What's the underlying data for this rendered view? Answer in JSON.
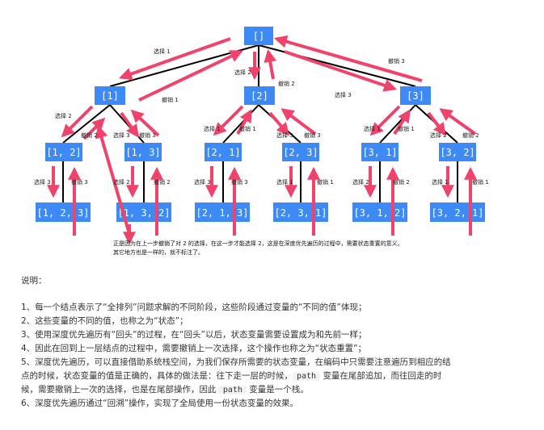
{
  "nodes": {
    "root": "[]",
    "n1": "[1]",
    "n2": "[2]",
    "n3": "[3]",
    "n12": "[1, 2]",
    "n13": "[1, 3]",
    "n21": "[2, 1]",
    "n23": "[2, 3]",
    "n31": "[3, 1]",
    "n32": "[3, 2]",
    "n123": "[1, 2, 3]",
    "n132": "[1, 3, 2]",
    "n213": "[2, 1, 3]",
    "n231": "[2, 3, 1]",
    "n312": "[3, 1, 2]",
    "n321": "[3, 2, 1]"
  },
  "labels": {
    "choose_1": "选择 1",
    "choose_2": "选择 2",
    "choose_3": "选择 3",
    "undo_1": "撤销 1",
    "undo_2": "撤销 2",
    "undo_3": "撤销 3"
  },
  "note": [
    "正是因为在上一步撤销了对 2 的选择，在这一步才能选择 2，这是在深度优先遍历的过程中，需要状态重置的意义。",
    "其它地方也是一样的，就不标注了。"
  ],
  "explain": {
    "title": "说明：",
    "item1": "1、每一个结点表示了“全排列”问题求解的不同阶段，这些阶段通过变量的“不同的值”体现；",
    "item2": "2、这些变量的不同的值，也称之为“状态”；",
    "item3": "3、使用深度优先遍历有“回头”的过程，在“回头”以后，状态变量需要设置成为和先前一样；",
    "item4": "4、因此在回到上一层结点的过程中，需要撤销上一次选择，这个操作也称之为“状态重置”；",
    "item5a": "5、深度优先遍历，可以直接借助系统栈空间，为我们保存所需要的状态变量，在编码中只需要注意遍历到相应的结",
    "item5b_pre": "点的时候，状态变量的值是正确的，具体的做法是：往下走一层的时候，",
    "item5b_code": "path",
    "item5b_post": "变量在尾部追加，而往回走的时",
    "item5c_pre": "候，需要撤销上一次的选择，也是在尾部操作，因此",
    "item5c_code": "path",
    "item5c_post": "变量是一个栈。",
    "item6": "6、深度优先遍历通过“回溯”操作，实现了全局使用一份状态变量的效果。"
  },
  "colors": {
    "node_fill": "#3d8af7",
    "arrow": "#f0436c",
    "edge": "#000000"
  }
}
